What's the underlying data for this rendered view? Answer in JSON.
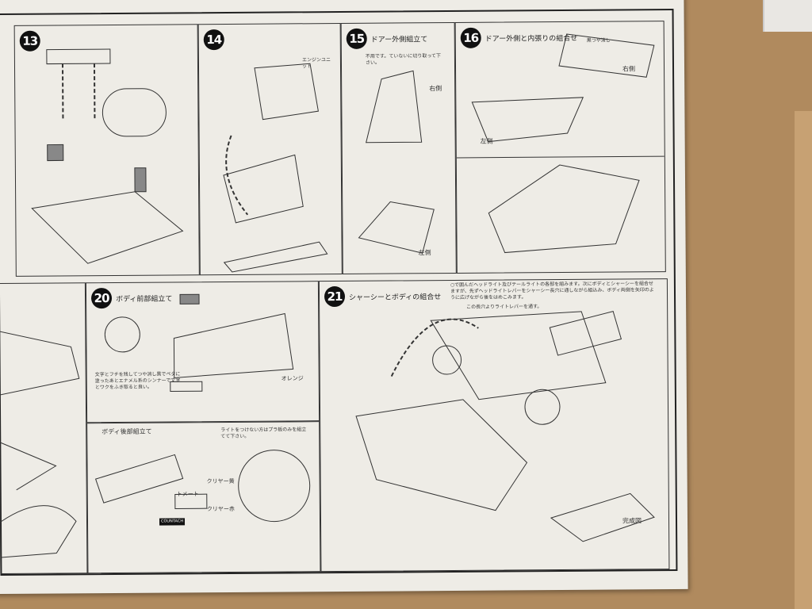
{
  "steps": [
    {
      "number": "13",
      "title": ""
    },
    {
      "number": "14",
      "title": ""
    },
    {
      "number": "15",
      "title": "ドアー外側組立て"
    },
    {
      "number": "16",
      "title": "ドアー外側と内張りの組合せ"
    },
    {
      "number": "20",
      "title": "ボディ前部組立て"
    },
    {
      "number": "21",
      "title": "シャーシーとボディの組合せ"
    }
  ],
  "subpanels": {
    "rear_body_title": "ボディ後部組立て"
  },
  "labels": {
    "right": "右側",
    "left": "左側",
    "engine_unit": "エンジンユニット",
    "clear_red": "クリヤー赤",
    "clear_yellow": "クリヤー黄",
    "orange": "オレンジ",
    "semi_gloss_black": "黒つや消し",
    "completed": "完成図",
    "countach": "COUNTACH",
    "tome": "トメート"
  },
  "notes": {
    "step15": "不用です。ていないに切り取って下さい。",
    "step21_top": "○で囲んだヘッドライト及びテールライトの各部を組みます。次にボディとシャーシーを組合せますが、先ずヘッドライトレバーをシャーシー長穴に通しながら組込み、ボディ両側を矢印のように広げながら後をはめこみます。",
    "step21_hole": "この長穴よりライトレバーを通す。",
    "step20": "文字とフチを残してつや消し黒でペタに塗ったあとエナメル系のシンナーで文字とワクをふき取ると良い。",
    "rear_light": "ライトをつけない方はプラ板のみを組立てて下さい。"
  }
}
